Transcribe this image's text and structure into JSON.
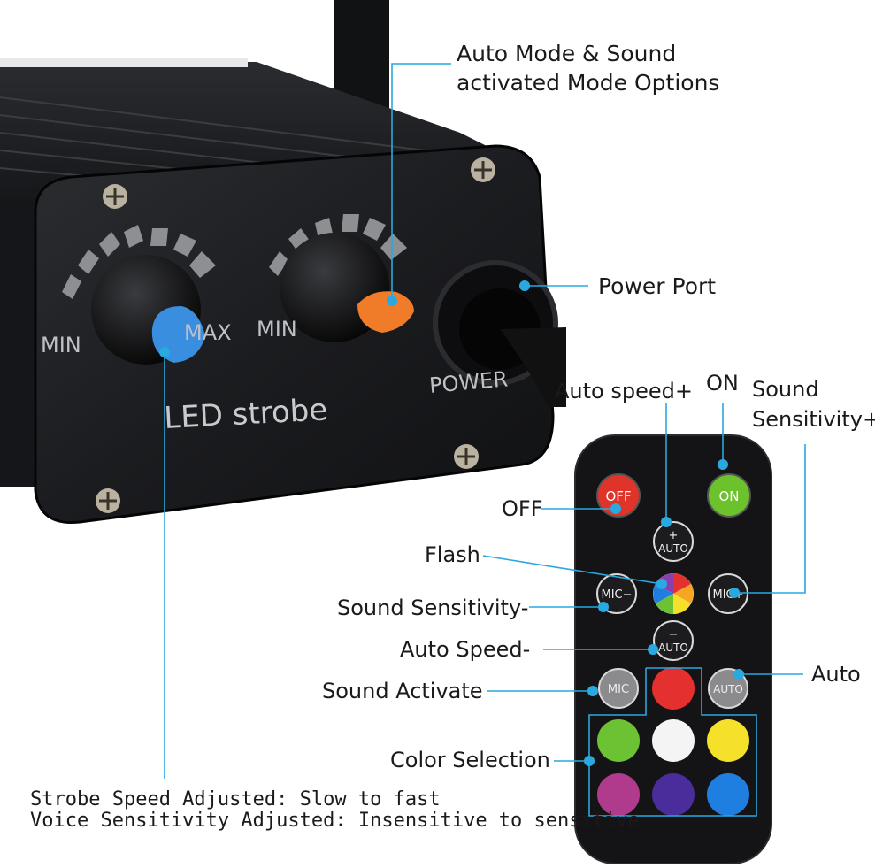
{
  "device": {
    "brand_text": "LED strobe",
    "power_text": "POWER",
    "knob_min_label": "MIN",
    "knob_max_label": "MAX"
  },
  "callouts": {
    "auto_mode": [
      "Auto Mode & Sound",
      "activated Mode Options"
    ],
    "power_port": "Power Port",
    "auto_speed_plus": "Auto speed+",
    "on": "ON",
    "sound_sensitivity_plus": [
      "Sound",
      "Sensitivity+"
    ],
    "off": "OFF",
    "flash": "Flash",
    "sound_sensitivity_minus": "Sound Sensitivity-",
    "auto_speed_minus": "Auto Speed-",
    "sound_activate": "Sound Activate",
    "auto": "Auto",
    "color_selection": "Color Selection",
    "strobe_speed": "Strobe Speed Adjusted: Slow to fast",
    "voice_sensitivity": "Voice Sensitivity Adjusted: Insensitive to sensitive"
  },
  "remote": {
    "off_label": "OFF",
    "on_label": "ON",
    "auto_plus_sign": "+",
    "auto_minus_sign": "−",
    "auto_label": "AUTO",
    "mic_minus_label": "MIC−",
    "mic_plus_label": "MIC+",
    "mic_label": "MIC"
  },
  "colors": {
    "accent_line": "#2aa8e0",
    "off_button": "#e0342a",
    "on_button": "#6cc22a",
    "blue_knob": "#3a8ee0",
    "orange_knob": "#f07c2a",
    "color_buttons": [
      "#e53030",
      "#6cc233",
      "#f4f4f4",
      "#f5e02a",
      "#b03a8c",
      "#4a2d9a",
      "#1e7fe0"
    ]
  }
}
